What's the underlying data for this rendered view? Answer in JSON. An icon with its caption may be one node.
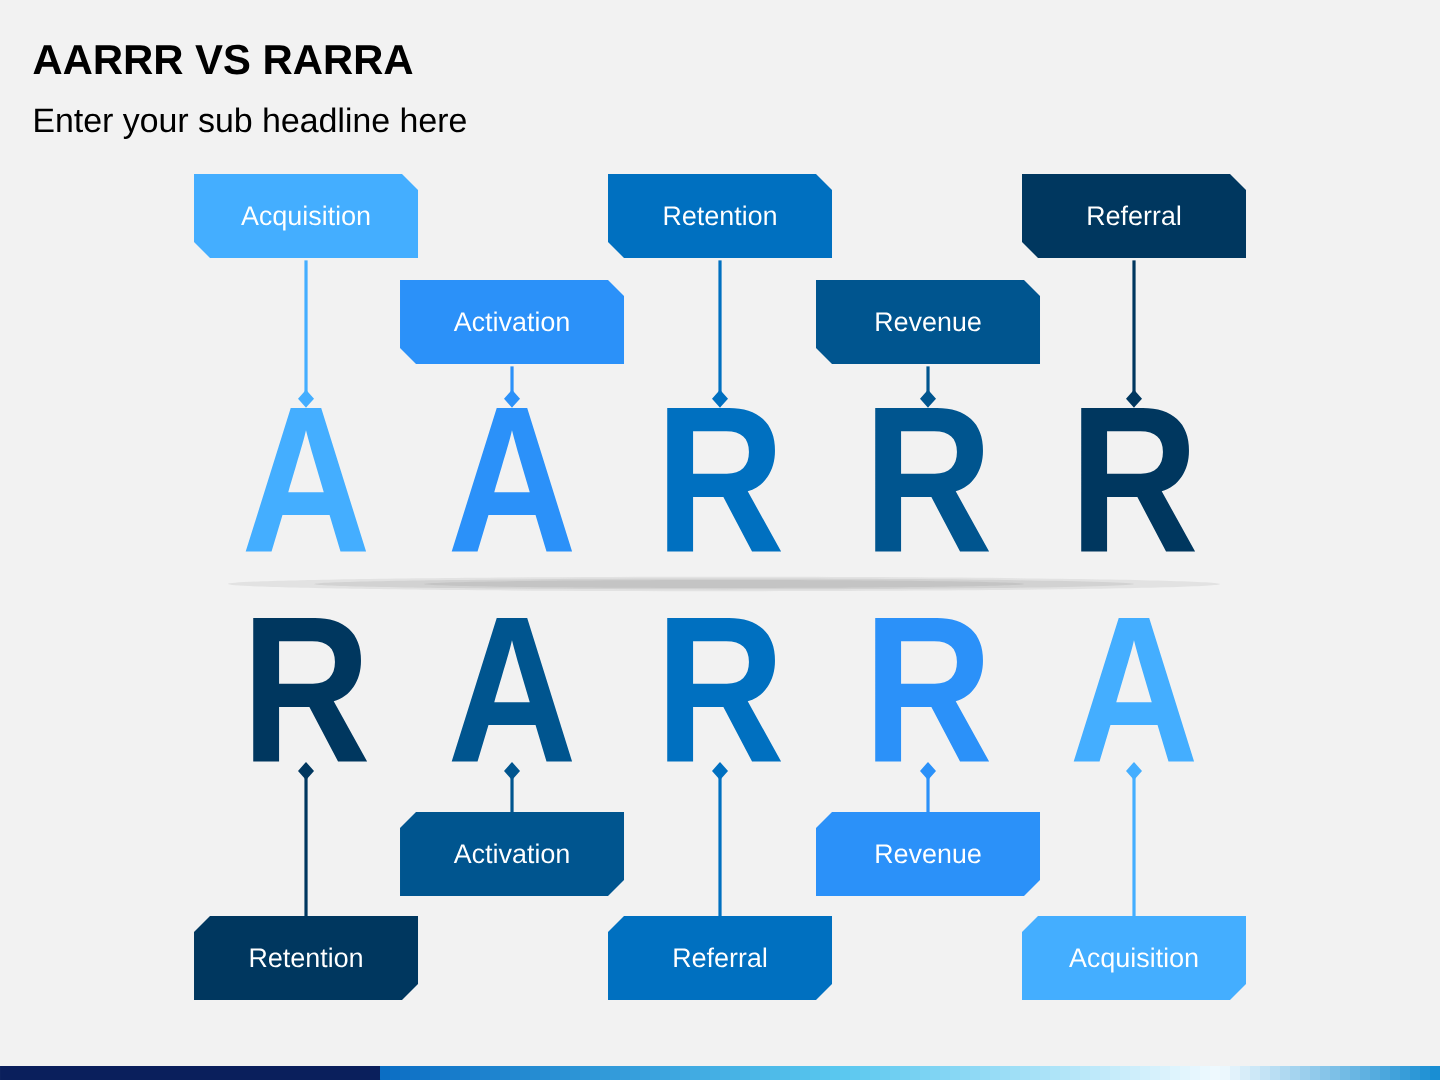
{
  "diagram": {
    "title": "AARRR VS RARRA",
    "nodes": [
      {
        "text": [
          "Acquisition"
        ]
      },
      {
        "text": [
          "Activation"
        ]
      },
      {
        "text": [
          "Retention"
        ]
      },
      {
        "text": [
          "Revenue"
        ]
      },
      {
        "text": [
          "Referral"
        ]
      },
      {
        "text": [
          "A"
        ]
      },
      {
        "text": [
          "A"
        ]
      },
      {
        "text": [
          "R"
        ]
      },
      {
        "text": [
          "R"
        ]
      },
      {
        "text": [
          "R"
        ]
      },
      {
        "text": [
          "R"
        ]
      },
      {
        "text": [
          "A"
        ]
      },
      {
        "text": [
          "R"
        ]
      },
      {
        "text": [
          "R"
        ]
      },
      {
        "text": [
          "A"
        ]
      },
      {
        "text": [
          "Retention"
        ]
      },
      {
        "text": [
          "Activation"
        ]
      },
      {
        "text": [
          "Referral"
        ]
      },
      {
        "text": [
          "Revenue"
        ]
      },
      {
        "text": [
          "Acquisition"
        ]
      }
    ],
    "edges": [
      {
        "from": 0,
        "to": 5,
        "arrow": "other",
        "color": "#44aeff"
      },
      {
        "from": 1,
        "to": 6,
        "arrow": "other",
        "color": "#2b91f9"
      },
      {
        "from": 2,
        "to": 7,
        "arrow": "other",
        "color": "#0070c0"
      },
      {
        "from": 3,
        "to": 8,
        "arrow": "other",
        "color": "#00558f"
      },
      {
        "from": 4,
        "to": 9,
        "arrow": "other",
        "color": "#00375f"
      },
      {
        "from": 15,
        "to": 10,
        "arrow": "other",
        "color": "#00375f"
      },
      {
        "from": 16,
        "to": 11,
        "arrow": "other",
        "color": "#00558f"
      },
      {
        "from": 17,
        "to": 12,
        "arrow": "other",
        "color": "#0070c0"
      },
      {
        "from": 18,
        "to": 13,
        "arrow": "other",
        "color": "#2b91f9"
      },
      {
        "from": 19,
        "to": 14,
        "arrow": "other",
        "color": "#44aeff"
      }
    ],
    "labels": [
      "Enter your sub headline here"
    ]
  }
}
